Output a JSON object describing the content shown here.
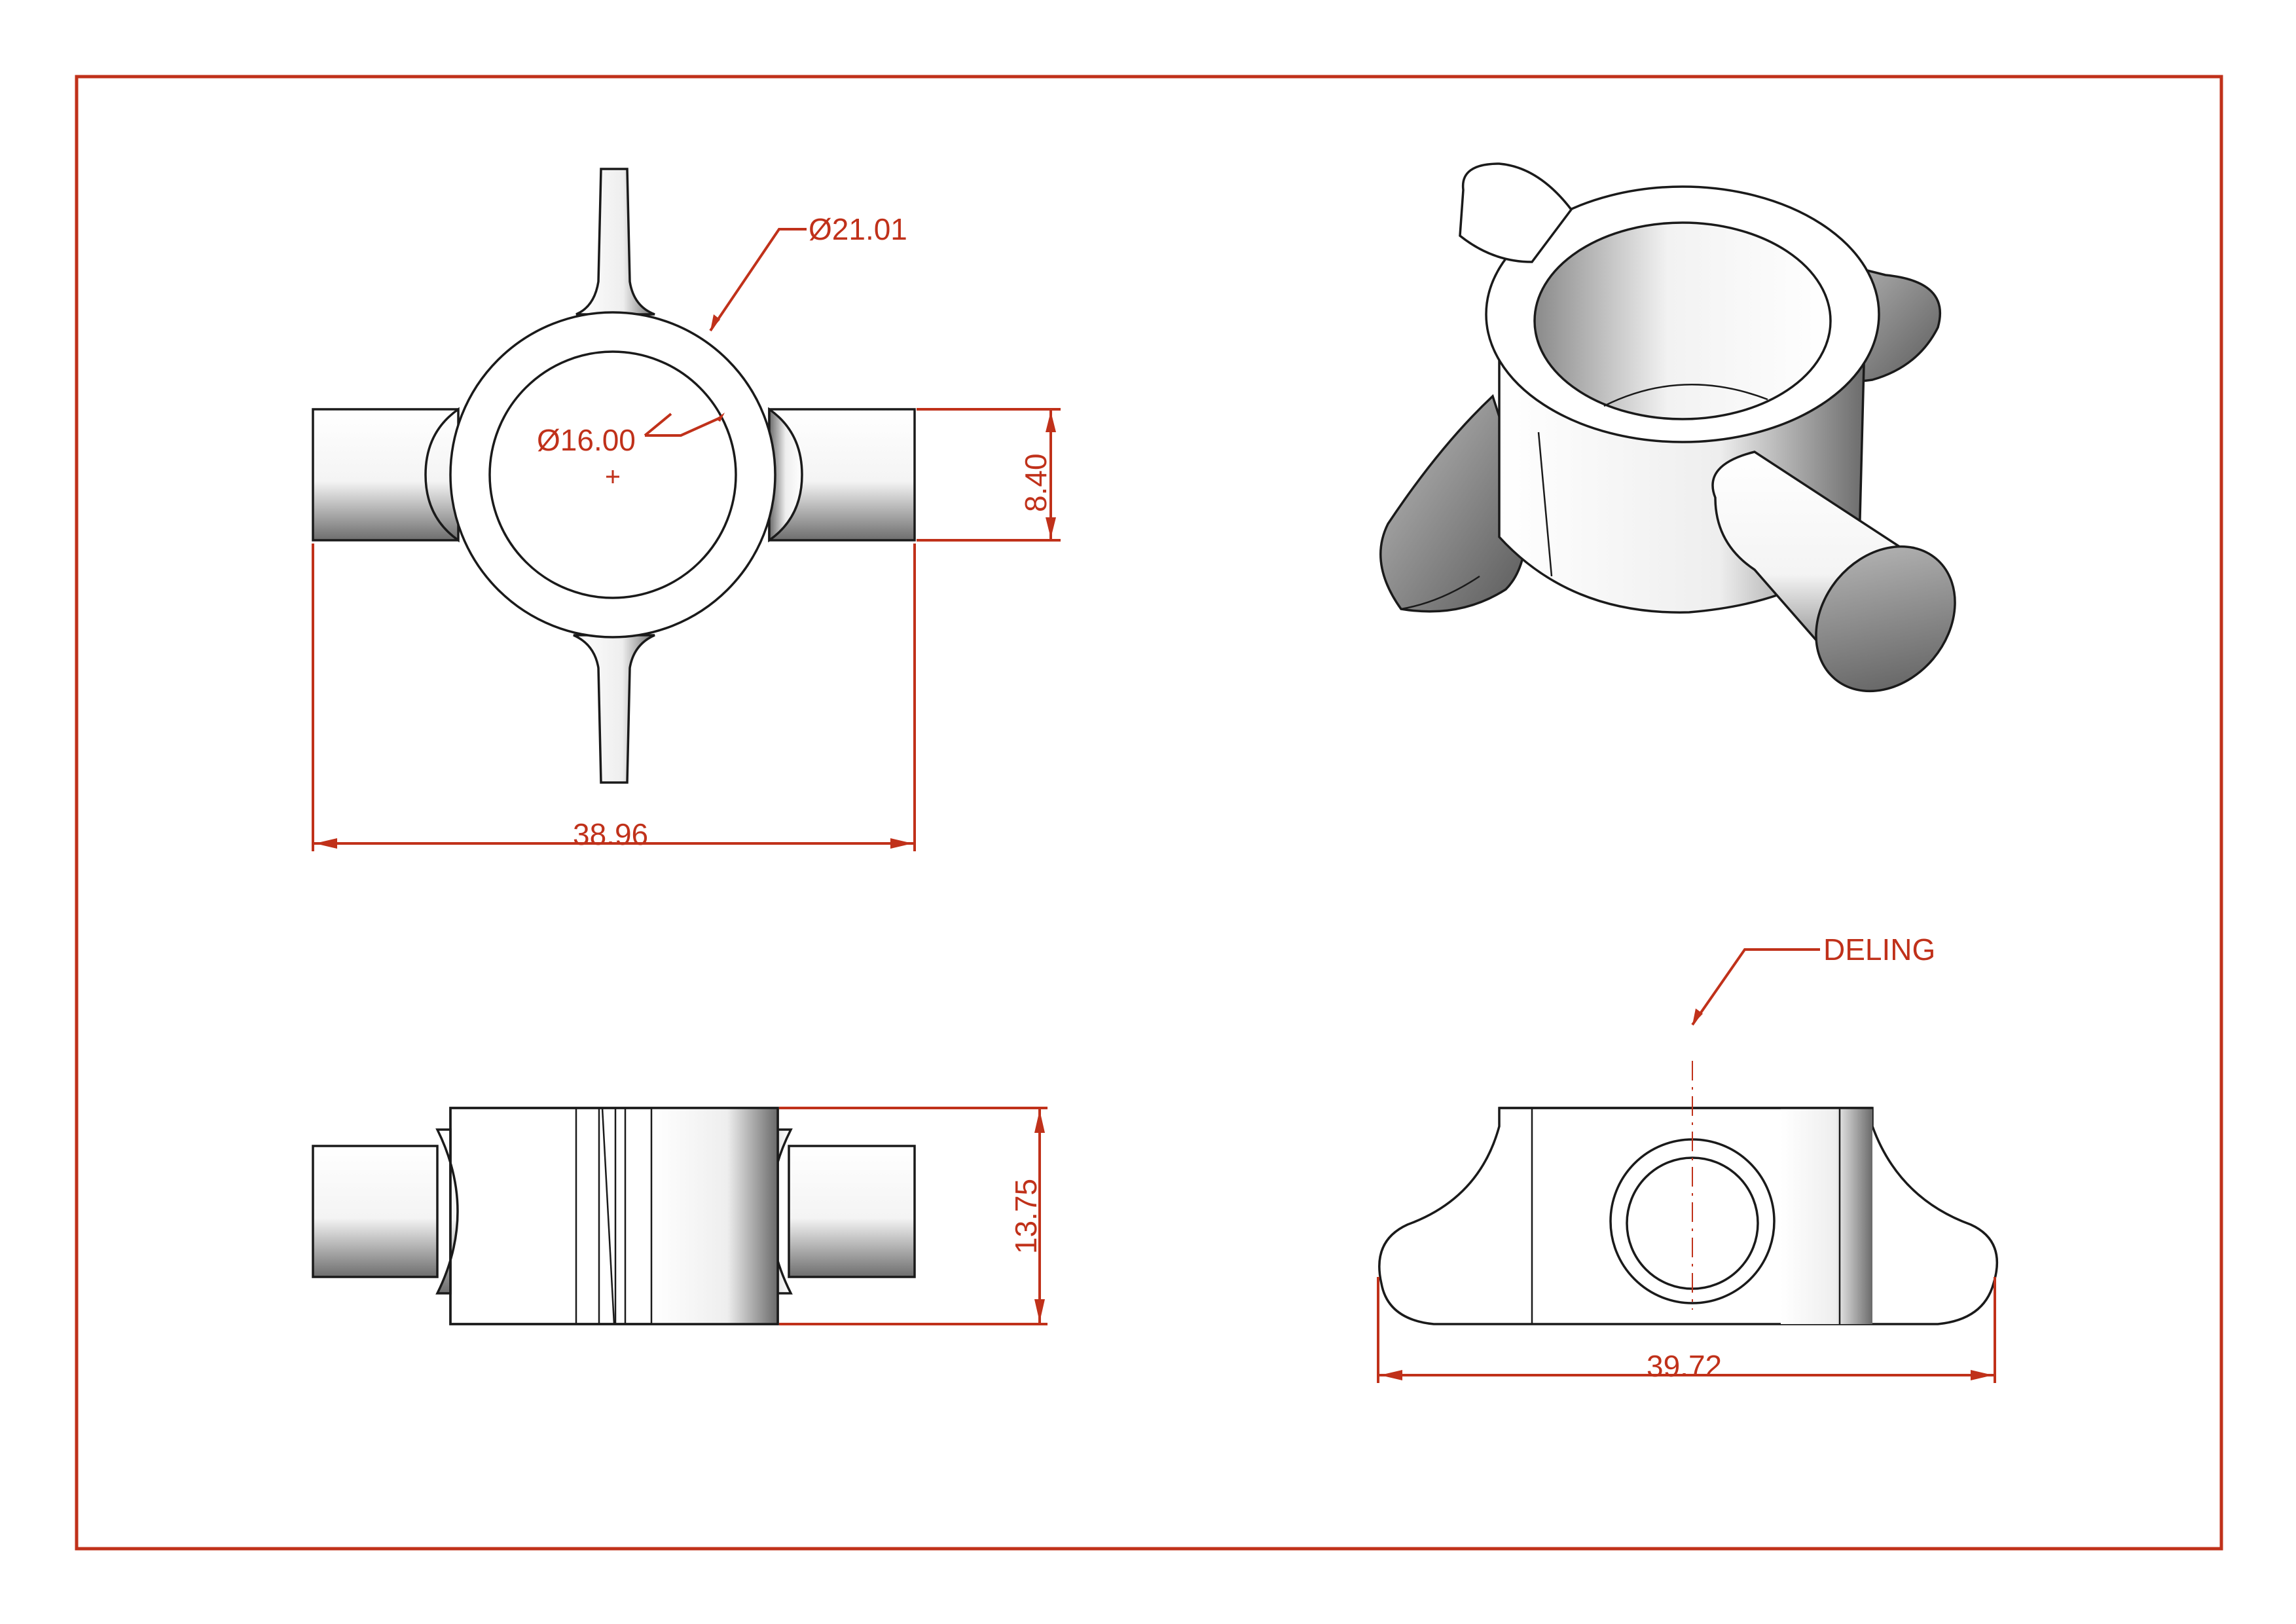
{
  "colors": {
    "dimension": "#c0311a",
    "outline": "#1a1a1a",
    "background": "#ffffff"
  },
  "top_view": {
    "outer_diameter": "Ø21.01",
    "inner_diameter": "Ø16.00",
    "arm_height": "8.40",
    "overall_width": "38.96"
  },
  "front_view": {
    "height": "13.75"
  },
  "side_view": {
    "callout": "DELING",
    "overall_width": "39.72"
  }
}
